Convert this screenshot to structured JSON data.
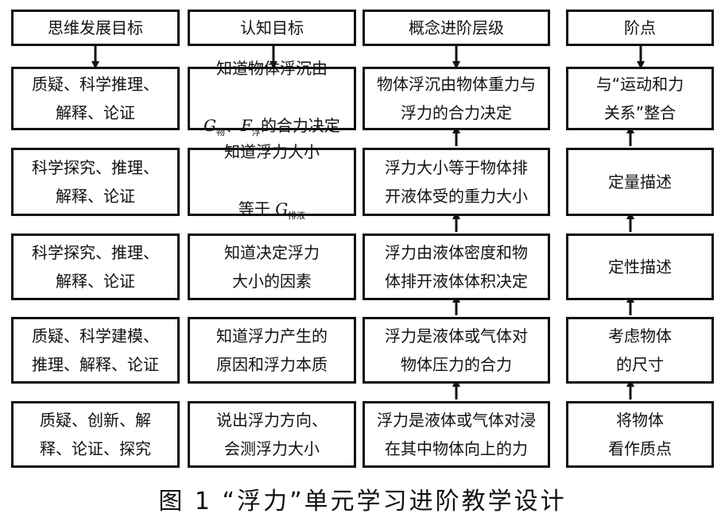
{
  "headers": [
    "思维发展目标",
    "认知目标",
    "概念进阶层级",
    "阶点"
  ],
  "rows": [
    {
      "thinking": "质疑、科学推理、\n解释、论证",
      "cognitive": {
        "line1": "知道物体浮沉由",
        "g": "G",
        "g_sub": "物",
        "f": "F",
        "f_sub": "浮",
        "tail": "的合力决定",
        "sep": "、"
      },
      "concept": "物体浮沉由物体重力与\n浮力的合力决定",
      "step": "与“运动和力\n关系”整合"
    },
    {
      "thinking": "科学探究、推理、\n解释、论证",
      "cognitive": {
        "line1": "知道浮力大小",
        "pre": "等于 ",
        "g": "G",
        "g_sub": "排液"
      },
      "concept": "浮力大小等于物体排\n开液体受的重力大小",
      "step": "定量描述"
    },
    {
      "thinking": "科学探究、推理、\n解释、论证",
      "cognitive": "知道决定浮力\n大小的因素",
      "concept": "浮力由液体密度和物\n体排开液体体积决定",
      "step": "定性描述"
    },
    {
      "thinking": "质疑、科学建模、\n推理、解释、论证",
      "cognitive": "知道浮力产生的\n原因和浮力本质",
      "concept": "浮力是液体或气体对\n物体压力的合力",
      "step": "考虑物体\n的尺寸"
    },
    {
      "thinking": "质疑、创新、解\n释、论证、探究",
      "cognitive": "说出浮力方向、\n会测浮力大小",
      "concept": "浮力是液体或气体对浸\n在其中物体向上的力",
      "step": "将物体\n看作质点"
    }
  ],
  "caption": "图 1  “浮力”单元学习进阶教学设计"
}
